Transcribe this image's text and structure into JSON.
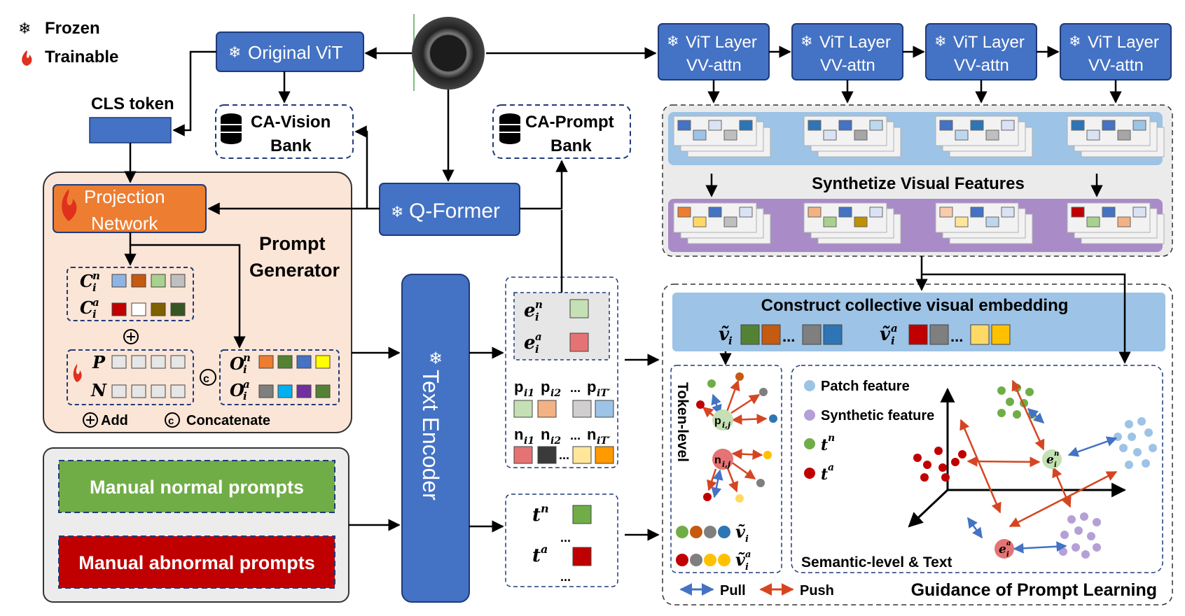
{
  "legend": {
    "frozen": "Frozen",
    "trainable": "Trainable"
  },
  "modules": {
    "original_vit": "Original ViT",
    "cls_token": "CLS token",
    "ca_vision_bank": [
      "CA-Vision",
      "Bank"
    ],
    "ca_prompt_bank": [
      "CA-Prompt",
      "Bank"
    ],
    "q_former": "Q-Former",
    "projection_network": [
      "Projection",
      "Network"
    ],
    "prompt_generator": [
      "Prompt",
      "Generator"
    ],
    "text_encoder": "Text Encoder",
    "vit_layers": [
      {
        "line1": "ViT Layer",
        "line2": "VV-attn"
      },
      {
        "line1": "ViT Layer",
        "line2": "VV-attn"
      },
      {
        "line1": "ViT Layer",
        "line2": "VV-attn"
      },
      {
        "line1": "ViT Layer",
        "line2": "VV-attn"
      }
    ],
    "synthesize_label": "Synthetize Visual Features",
    "manual_normal": "Manual normal prompts",
    "manual_abnormal": "Manual abnormal prompts"
  },
  "prompt_generator_legend": {
    "add": "Add",
    "concatenate": "Concatenate"
  },
  "prompt_symbols": {
    "c_normal": "C",
    "c_sup_n": "n",
    "c_sub": "i",
    "c_abnormal": "C",
    "c_sup_a": "a",
    "p": "P",
    "n": "N",
    "o_normal": "O",
    "o_abnormal": "O"
  },
  "embedding": {
    "e_normal": "e",
    "e_sup_n": "n",
    "e_sub": "i",
    "e_abnormal": "e",
    "e_sup_a": "a",
    "p_tokens": [
      "p",
      "p",
      "p"
    ],
    "p_subs": [
      "i1",
      "i2",
      "iT′"
    ],
    "n_tokens": [
      "n",
      "n",
      "n"
    ],
    "n_subs": [
      "i1",
      "i2",
      "iT′"
    ],
    "ellipsis": "...",
    "t_normal": "t",
    "t_sup_n": "n",
    "t_abnormal": "t",
    "t_sup_a": "a"
  },
  "guidance": {
    "collective_title": "Construct collective visual embedding",
    "v_tilde": "ṽ",
    "v_sub": "i",
    "v_sup_a": "a",
    "token_level": "Token-level",
    "p_ij": "p",
    "p_ij_sub": "i,j",
    "n_ij": "n",
    "n_ij_sub": "i,j",
    "legend_patch": "Patch feature",
    "legend_synthetic": "Synthetic feature",
    "legend_tn": "t",
    "legend_tn_sup": "n",
    "legend_ta": "t",
    "legend_ta_sup": "a",
    "semantic_level": "Semantic-level & Text",
    "pull": "Pull",
    "push": "Push",
    "guidance_title": "Guidance of Prompt Learning"
  },
  "colors": {
    "module_blue": "#4472c4",
    "module_border": "#1f3a7a",
    "projection_orange": "#ed7d31",
    "prompt_gen_bg": "#fbe5d6",
    "manual_green": "#70ad47",
    "manual_red": "#c00000",
    "band_blue": "#9dc3e6",
    "band_purple": "#a88bc7",
    "pull_blue": "#4472c4",
    "push_red": "#d64521"
  }
}
